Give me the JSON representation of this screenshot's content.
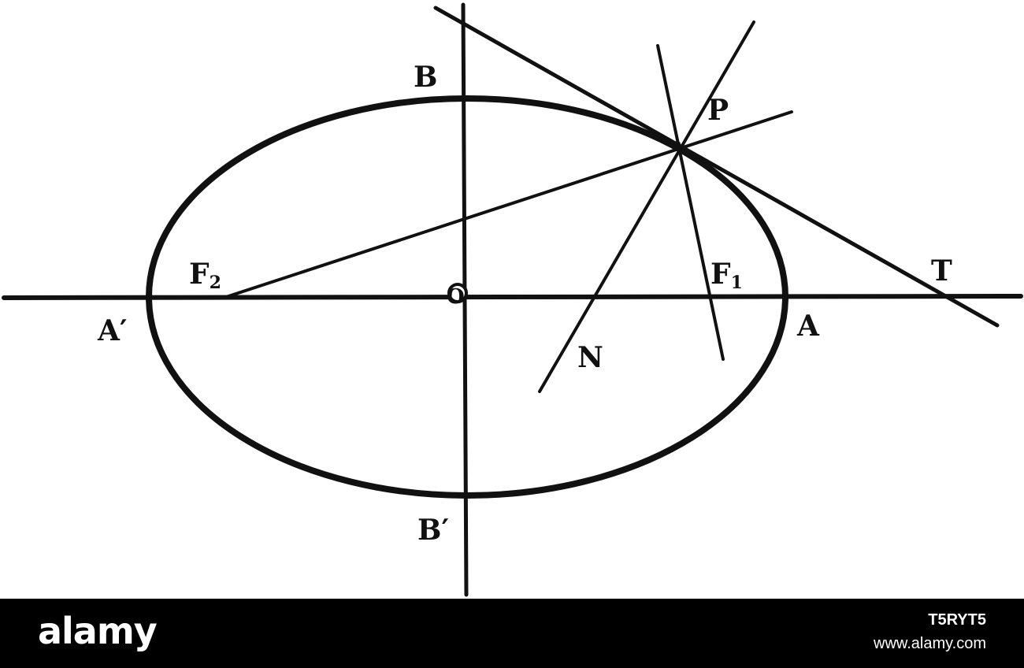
{
  "diagram": {
    "labels": {
      "B": "B",
      "B_prime": "B",
      "A": "A",
      "A_prime": "A",
      "prime_mark": "′",
      "P": "P",
      "T": "T",
      "N": "N",
      "O": "O",
      "F": "F",
      "F2_subscript": "2",
      "F1_subscript": "1"
    },
    "ink_color": "#111111"
  },
  "footer": {
    "brand": "alamy",
    "image_id": "T5RYT5",
    "site": "www.alamy.com"
  }
}
